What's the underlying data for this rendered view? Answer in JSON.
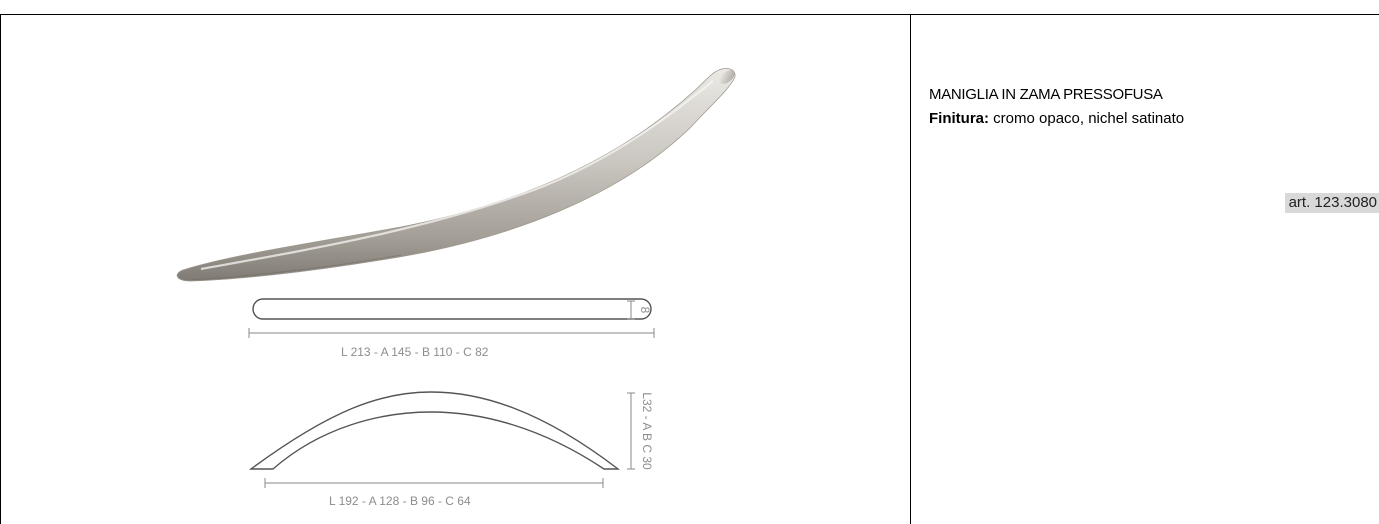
{
  "product": {
    "title": "MANIGLIA IN ZAMA PRESSOFUSA",
    "finish_label": "Finitura:",
    "finish_value": " cromo opaco, nichel satinato",
    "article_code": "art. 123.3080"
  },
  "drawing": {
    "top_view_dimensions": "L 213 - A 145 - B 110 - C 82",
    "thickness": "8",
    "side_view_dimensions": "L 192 - A 128 - B 96 - C 64",
    "height_dimensions": "L32 - A B C 30"
  },
  "colors": {
    "handle_metal": "#b9b4ad",
    "drawing_line": "#555555",
    "dimension_text": "#8d8d8d",
    "article_highlight": "#d9d9d9"
  }
}
